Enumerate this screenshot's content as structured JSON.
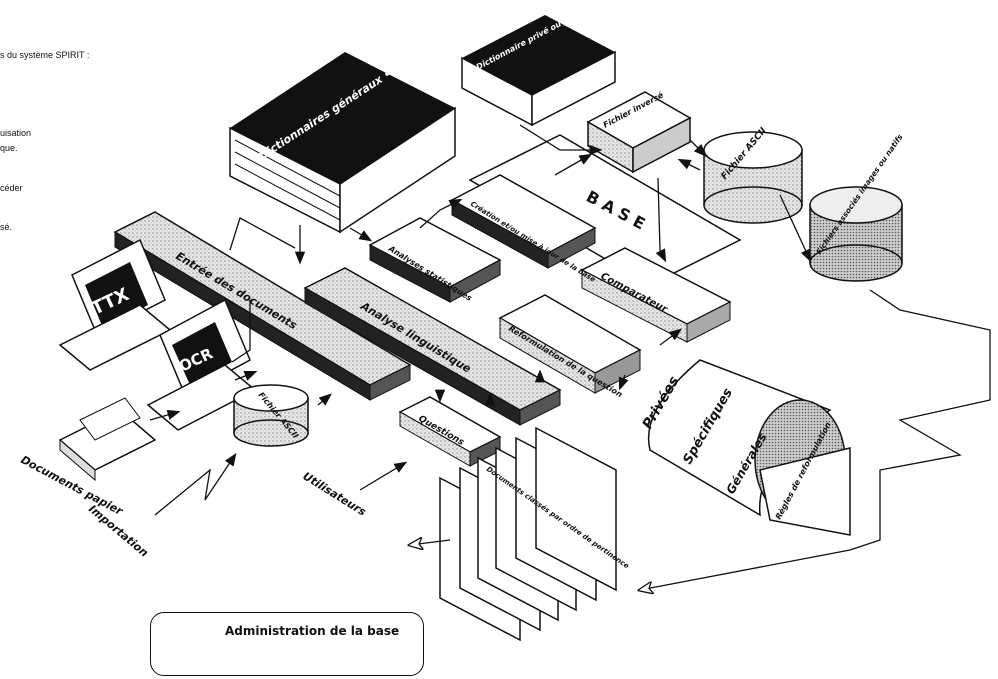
{
  "left_text_fragments": [
    "s du système SPIRIT :",
    "uisation",
    "que.",
    "céder",
    "sé."
  ],
  "boxes": {
    "dictionnaires_generaux": "Dictionnaires généraux • français • anglais • allemand • ...",
    "dictionnaire_prive": "Dictionnaire privé ou spécifique",
    "fichier_inverse": "Fichier inversé",
    "fichier_ascii_top": "Fichier ASCII",
    "fichiers_associes": "Fichiers associés images ou natifs",
    "base": "B A S E",
    "creation": "Création et/ou mise à jour de la base",
    "analyses_statistiques": "Analyses statistiques",
    "comparateur": "Comparateur",
    "entree_documents": "Entrée des documents",
    "analyse_linguistique": "Analyse linguistique",
    "reformulation": "Reformulation de la question",
    "questions": "Questions",
    "ttx": "TTX",
    "ocr": "OCR",
    "fichier_ascii_bottom": "Fichier ASCII",
    "regles_privees": "Privées",
    "regles_specifiques": "Spécifiques",
    "regles_generales": "Générales",
    "regles_reformulation": "Règles de reformulation",
    "documents_classes": "Documents classés par ordre de pertinence",
    "documents_papier": "Documents papier",
    "importation": "Importation",
    "utilisateurs": "Utilisateurs"
  },
  "legend": {
    "item1": "Administration de la base",
    "item2": ""
  }
}
